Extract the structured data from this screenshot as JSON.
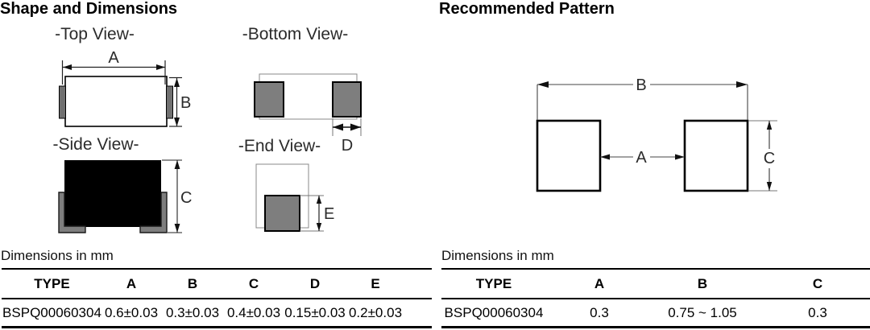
{
  "header": {
    "left_title": "Shape and Dimensions",
    "right_title": "Recommended Pattern"
  },
  "views": {
    "top_label": "-Top View-",
    "bottom_label": "-Bottom View-",
    "side_label": "-Side View-",
    "end_label": "-End View-"
  },
  "dim_labels": {
    "A": "A",
    "B": "B",
    "C": "C",
    "D": "D",
    "E": "E"
  },
  "left_table": {
    "caption": "Dimensions in mm",
    "headers": [
      "TYPE",
      "A",
      "B",
      "C",
      "D",
      "E"
    ],
    "row": [
      "BSPQ00060304",
      "0.6±0.03",
      "0.3±0.03",
      "0.4±0.03",
      "0.15±0.03",
      "0.2±0.03"
    ]
  },
  "right_table": {
    "caption": "Dimensions in mm",
    "headers": [
      "TYPE",
      "A",
      "B",
      "C"
    ],
    "row": [
      "BSPQ00060304",
      "0.3",
      "0.75 ~ 1.05",
      "0.3"
    ]
  },
  "colors": {
    "pad_gray": "#7e7e7e",
    "line_black": "#000000",
    "construction_gray": "#888888"
  }
}
